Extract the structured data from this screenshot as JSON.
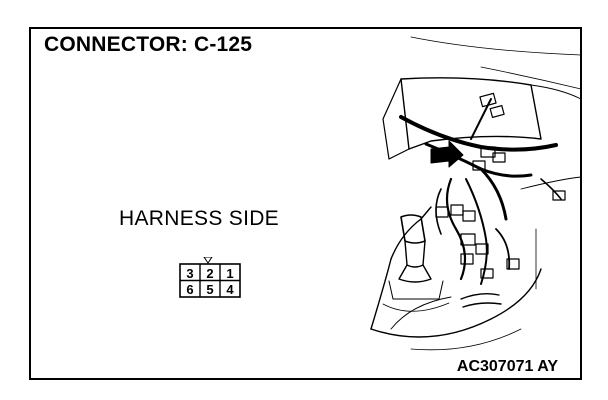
{
  "title": "CONNECTOR: C-125",
  "harness_label": "HARNESS SIDE",
  "connector": {
    "top_row": [
      "3",
      "2",
      "1"
    ],
    "bottom_row": [
      "6",
      "5",
      "4"
    ]
  },
  "figure_code": "AC307071 AY"
}
